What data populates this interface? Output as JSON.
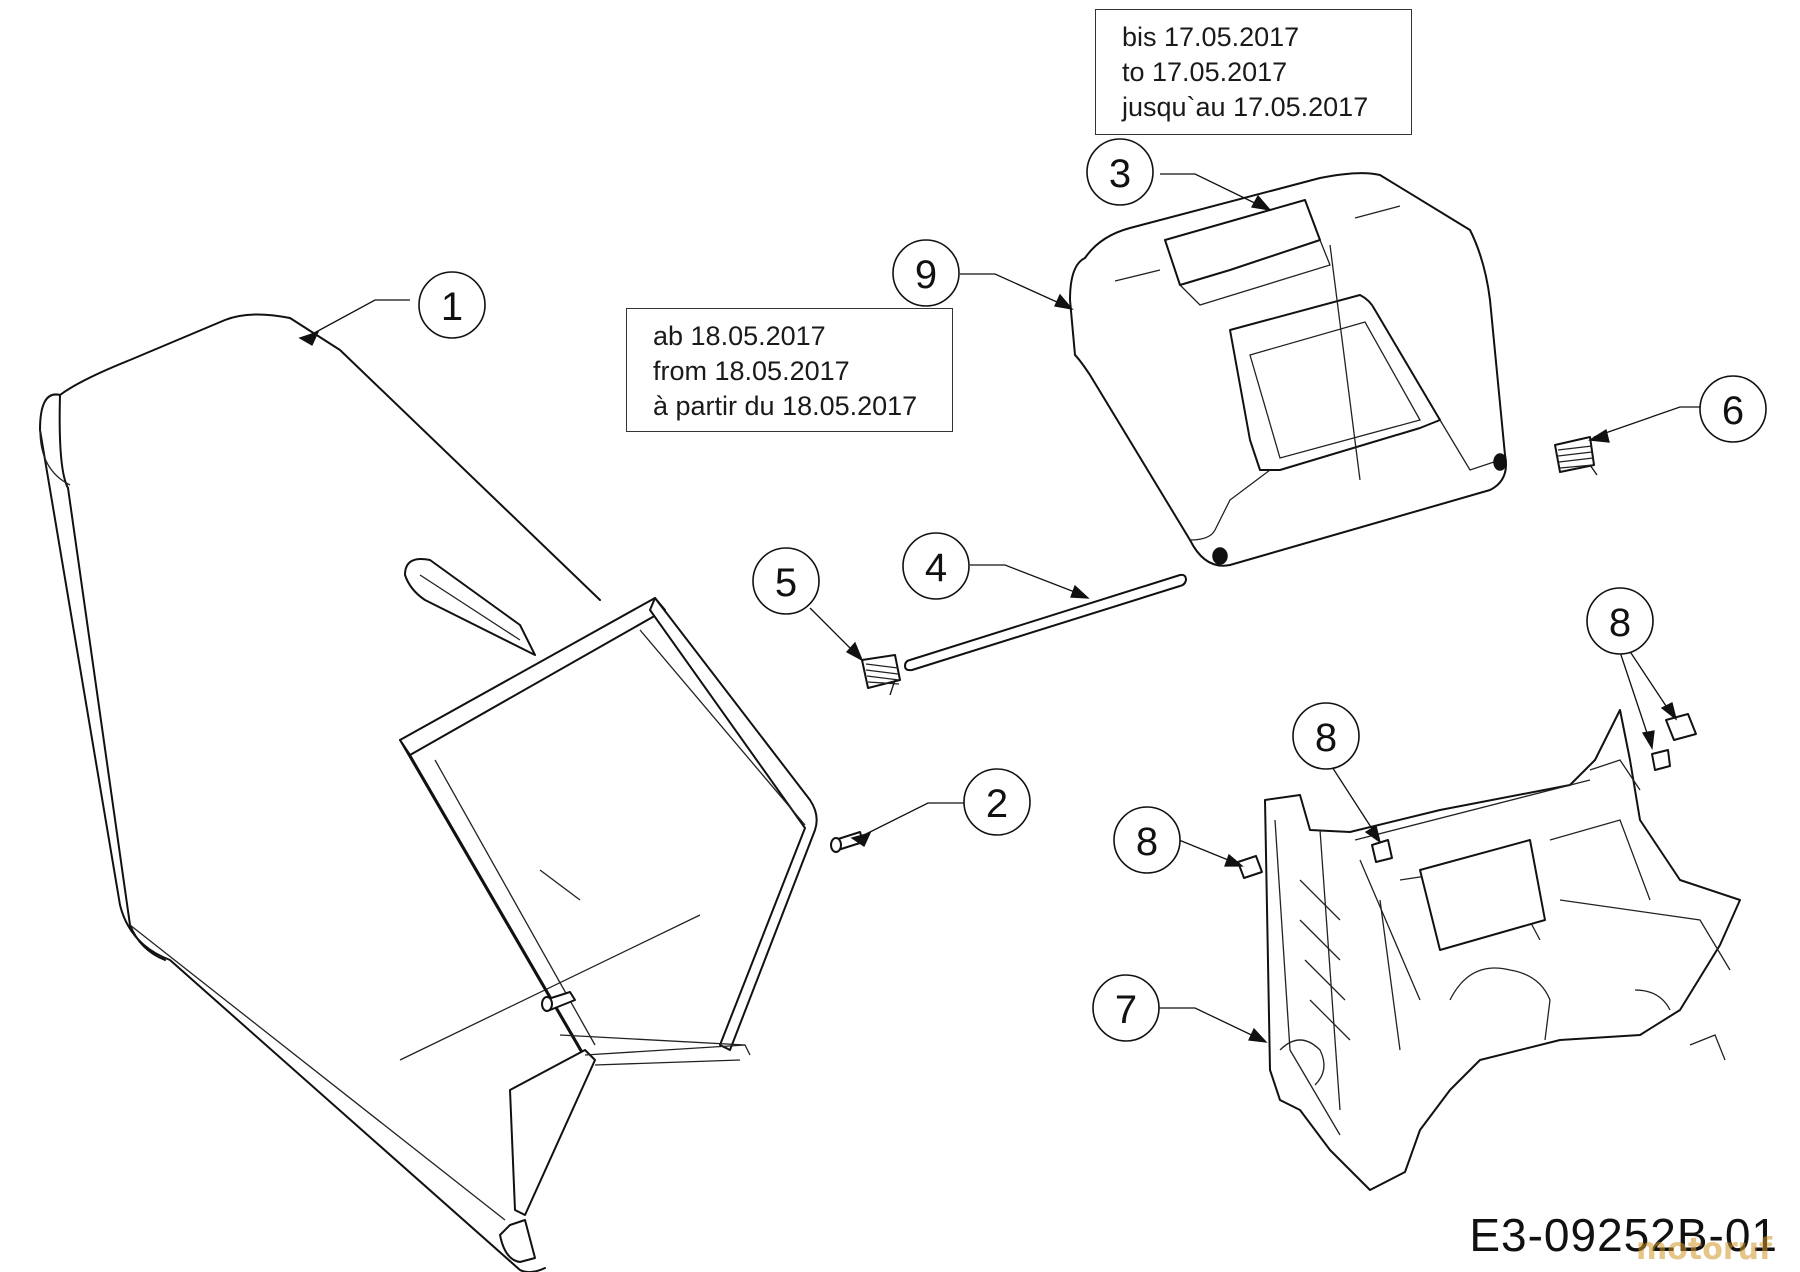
{
  "notes": {
    "until": {
      "lines": [
        "bis 17.05.2017",
        "to 17.05.2017",
        "jusqu`au 17.05.2017"
      ]
    },
    "from": {
      "lines": [
        "ab 18.05.2017",
        "from 18.05.2017",
        "à partir du 18.05.2017"
      ]
    }
  },
  "callouts": [
    "1",
    "2",
    "3",
    "4",
    "5",
    "6",
    "7",
    "8",
    "8",
    "8",
    "8",
    "9"
  ],
  "diagram_code": "E3-09252B-01",
  "watermark": "motoruf"
}
